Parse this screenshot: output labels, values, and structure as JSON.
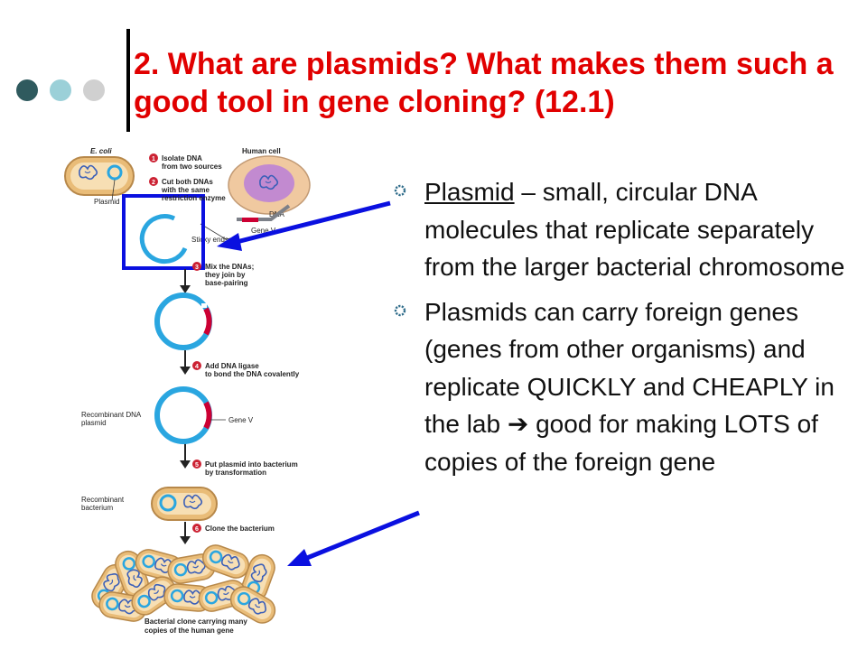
{
  "slide": {
    "title": "2.  What are plasmids?  What makes them such a good tool in gene cloning? (12.1)",
    "colors": {
      "title": "#e10000",
      "dots": [
        "#2f5a5e",
        "#9bd0d8",
        "#d0d0d0"
      ],
      "arrow": "#0a10e0",
      "plasmid": "#2aa6e0",
      "cell": "#e9bc78",
      "insert": "#cc0033"
    }
  },
  "bullets": [
    {
      "term": "Plasmid",
      "text": " – small, circular DNA molecules that replicate separately from the larger bacterial chromosome"
    },
    {
      "text": "Plasmids can carry foreign genes (genes from other organisms) and replicate QUICKLY and CHEAPLY in the lab ",
      "arrow_glyph": "➔",
      "text_after": " good for making LOTS of copies of the foreign gene"
    }
  ],
  "figure": {
    "labels": {
      "ecoli": "E. coli",
      "plasmid": "Plasmid",
      "human_cell": "Human cell",
      "dna": "DNA",
      "gene_v": "Gene V",
      "sticky_ends": "Sticky ends",
      "recombinant_plasmid_1": "Recombinant DNA",
      "recombinant_plasmid_2": "plasmid",
      "gene_v_2": "Gene V",
      "recombinant_bacterium_1": "Recombinant",
      "recombinant_bacterium_2": "bacterium",
      "clone_caption_1": "Bacterial clone carrying many",
      "clone_caption_2": "copies of the human gene"
    },
    "steps": [
      {
        "num": "1",
        "lines": [
          "Isolate DNA",
          "from two sources"
        ]
      },
      {
        "num": "2",
        "lines": [
          "Cut both DNAs",
          "with the same",
          "restriction enzyme"
        ]
      },
      {
        "num": "3",
        "lines": [
          "Mix the DNAs;",
          "they join by",
          "base-pairing"
        ]
      },
      {
        "num": "4",
        "lines": [
          "Add DNA ligase",
          "to bond the DNA covalently"
        ]
      },
      {
        "num": "5",
        "lines": [
          "Put plasmid into bacterium",
          "by transformation"
        ]
      },
      {
        "num": "6",
        "lines": [
          "Clone the bacterium"
        ]
      }
    ]
  }
}
